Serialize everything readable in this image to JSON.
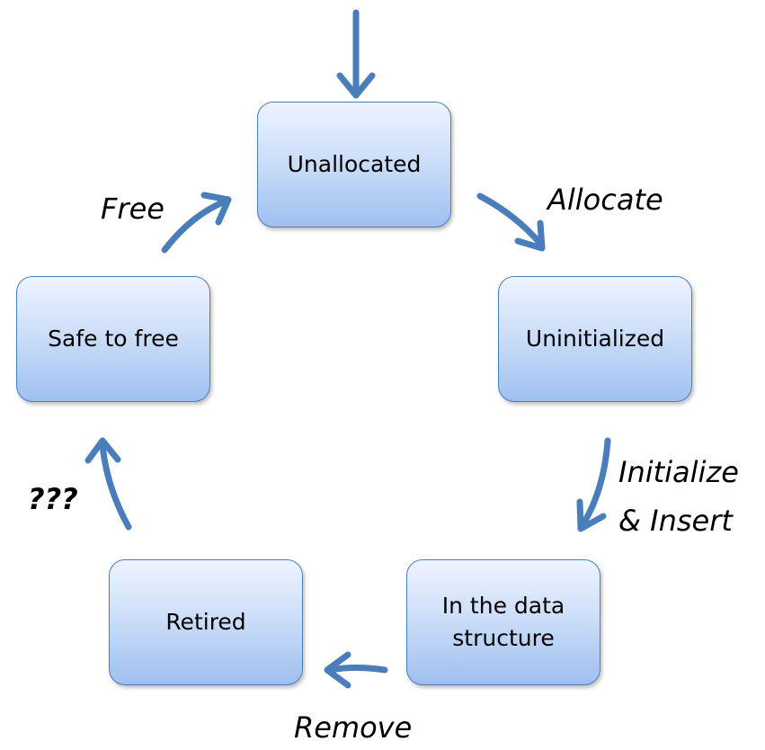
{
  "nodes": {
    "unallocated": "Unallocated",
    "uninitialized": "Uninitialized",
    "in_structure_line1": "In the data",
    "in_structure_line2": "structure",
    "retired": "Retired",
    "safe_to_free": "Safe to free"
  },
  "transitions": {
    "allocate": "Allocate",
    "initialize_line1": "Initialize",
    "initialize_line2": "& Insert",
    "remove": "Remove",
    "unknown": "???",
    "free": "Free"
  },
  "colors": {
    "arrow": "#4a7ebb",
    "node_border": "#4a7ebb",
    "node_fill_top": "#eef4ff",
    "node_fill_bottom": "#9fc0f0"
  }
}
